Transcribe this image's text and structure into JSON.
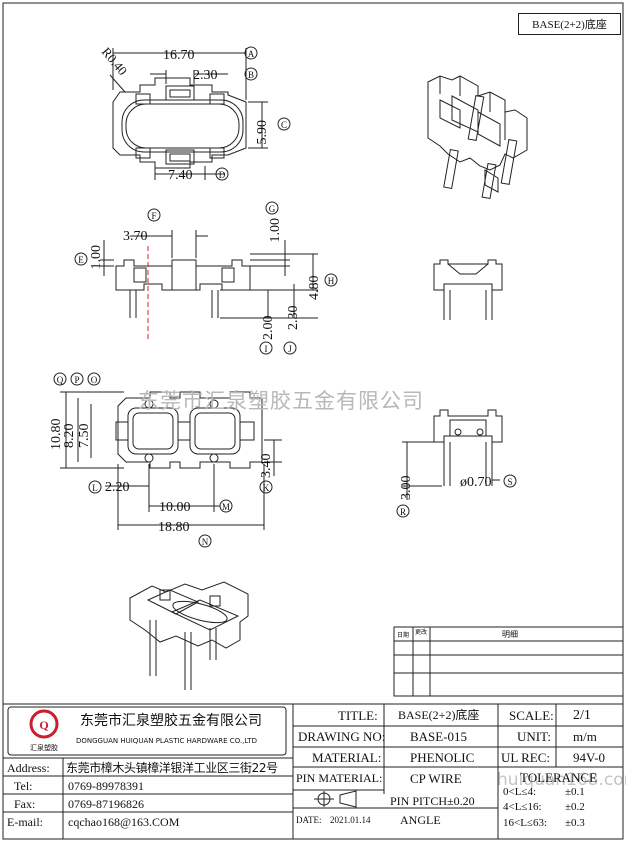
{
  "header": {
    "part_title": "BASE(2+2)底座"
  },
  "dimensions": {
    "top": {
      "a": "16.70",
      "b": "2.30",
      "c": "5.90",
      "d": "7.40",
      "radius": "R0.40"
    },
    "side": {
      "f": "3.70",
      "e": "1.00",
      "g": "1.00",
      "h": "4.80",
      "i": "2.00",
      "j": "2.30"
    },
    "bottom": {
      "q": "10.80",
      "p": "8.20",
      "o": "7.50",
      "k": "3.40",
      "l": "2.20",
      "m": "10.00",
      "n": "18.80"
    },
    "pin": {
      "s": "ø0.70",
      "r": "3.00"
    }
  },
  "callouts": {
    "a": "A",
    "b": "B",
    "c": "C",
    "d": "D",
    "e": "E",
    "f": "F",
    "g": "G",
    "h": "H",
    "i": "I",
    "j": "J",
    "k": "K",
    "l": "L",
    "m": "M",
    "n": "N",
    "o": "O",
    "p": "P",
    "q": "Q",
    "r": "R",
    "s": "S"
  },
  "watermark": {
    "company": "东莞市汇泉塑胶五金有限公司",
    "site": "huiquan168.com"
  },
  "revision_table": {
    "col1": "日期",
    "col2": "更改",
    "col3": "明细"
  },
  "company": {
    "name_cn": "东莞市汇泉塑胶五金有限公司",
    "name_en": "DONGGUAN HUIQUAN PLASTIC HARDWARE CO.,LTD",
    "logo_text": "汇泉塑胶"
  },
  "contact": {
    "address_label": "Address:",
    "address": "东莞市樟木头镇樟洋银洋工业区三街22号",
    "tel_label": "Tel:",
    "tel": "0769-89978391",
    "fax_label": "Fax:",
    "fax": "0769-87196826",
    "email_label": "E-mail:",
    "email": "cqchao168@163.COM"
  },
  "title_block": {
    "title_label": "TITLE:",
    "title": "BASE(2+2)底座",
    "drawing_label": "DRAWING NO:",
    "drawing": "BASE-015",
    "material_label": "MATERIAL:",
    "material": "PHENOLIC",
    "pin_material_label": "PIN MATERIAL:",
    "pin_material": "CP WIRE",
    "pin_pitch": "PIN PITCH±0.20",
    "date_label": "DATE:",
    "date": "2021.01.14",
    "angle": "ANGLE",
    "scale_label": "SCALE:",
    "scale": "2/1",
    "unit_label": "UNIT:",
    "unit": "m/m",
    "ul_label": "UL REC:",
    "ul": "94V-0",
    "tolerance_label": "TOLERANCE",
    "tol1_range": "0<L≤4:",
    "tol1": "±0.1",
    "tol2_range": "4<L≤16:",
    "tol2": "±0.2",
    "tol3_range": "16<L≤63:",
    "tol3": "±0.3"
  }
}
